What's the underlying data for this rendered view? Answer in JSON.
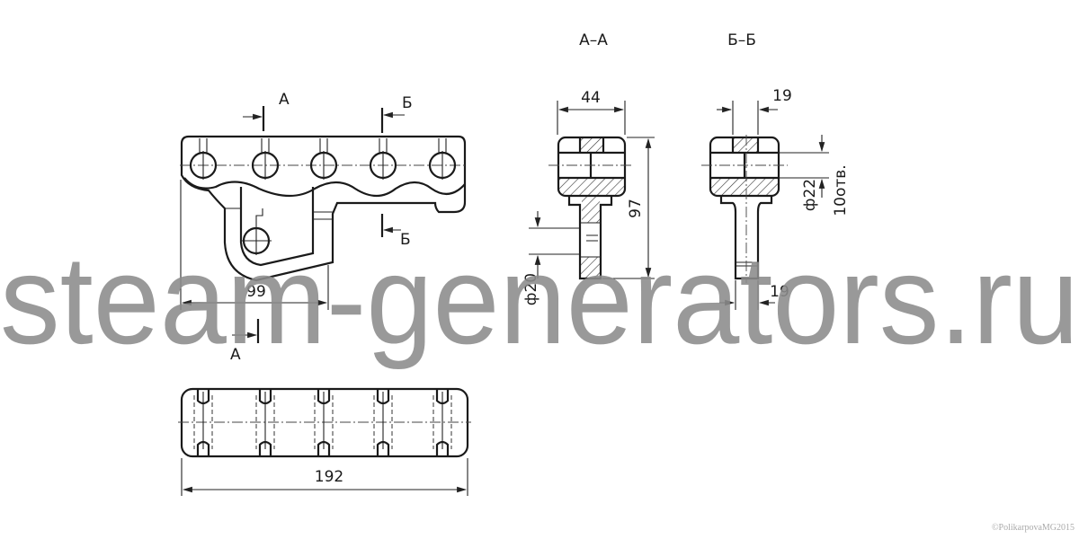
{
  "labels": {
    "section_a_mark": "А",
    "section_b_mark": "Б",
    "section_a_title": "А–А",
    "section_b_title": "Б–Б"
  },
  "dimensions": {
    "side_length": "99",
    "total_length": "192",
    "head_width": "44",
    "height": "97",
    "pin_diameter": "ф20",
    "slot_width_top": "19",
    "slot_width_bottom": "19",
    "hole_diameter": "ф22",
    "hole_count": "10отв."
  },
  "watermark": "steam-generators.ru",
  "copyright": "©PolikarpovaMG2015"
}
